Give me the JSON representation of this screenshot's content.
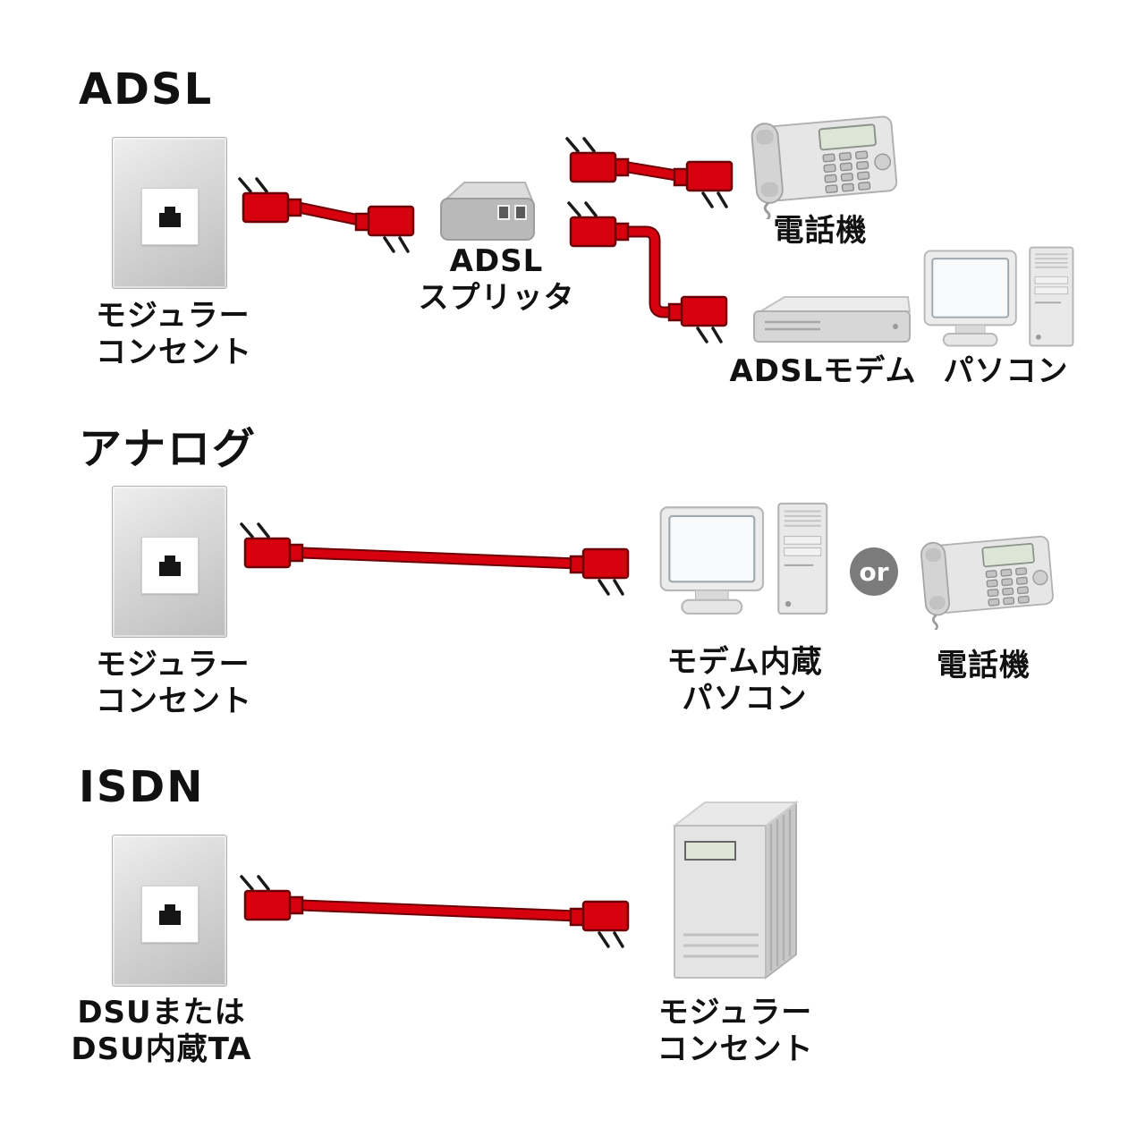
{
  "accent_color": "#d7000f",
  "sections": {
    "adsl": {
      "title": "ADSL",
      "outlet_label": {
        "line1": "モジュラー",
        "line2": "コンセント"
      },
      "splitter_label": {
        "line1": "ADSL",
        "line2": "スプリッタ"
      },
      "phone_label": "電話機",
      "modem_label": "ADSLモデム",
      "pc_label": "パソコン"
    },
    "analog": {
      "title": "アナログ",
      "outlet_label": {
        "line1": "モジュラー",
        "line2": "コンセント"
      },
      "pc_label": {
        "line1": "モデム内蔵",
        "line2": "パソコン"
      },
      "or_label": "or",
      "phone_label": "電話機"
    },
    "isdn": {
      "title": "ISDN",
      "left_label": {
        "line1": "DSUまたは",
        "line2": "DSU内蔵TA"
      },
      "right_label": {
        "line1": "モジュラー",
        "line2": "コンセント"
      }
    }
  }
}
